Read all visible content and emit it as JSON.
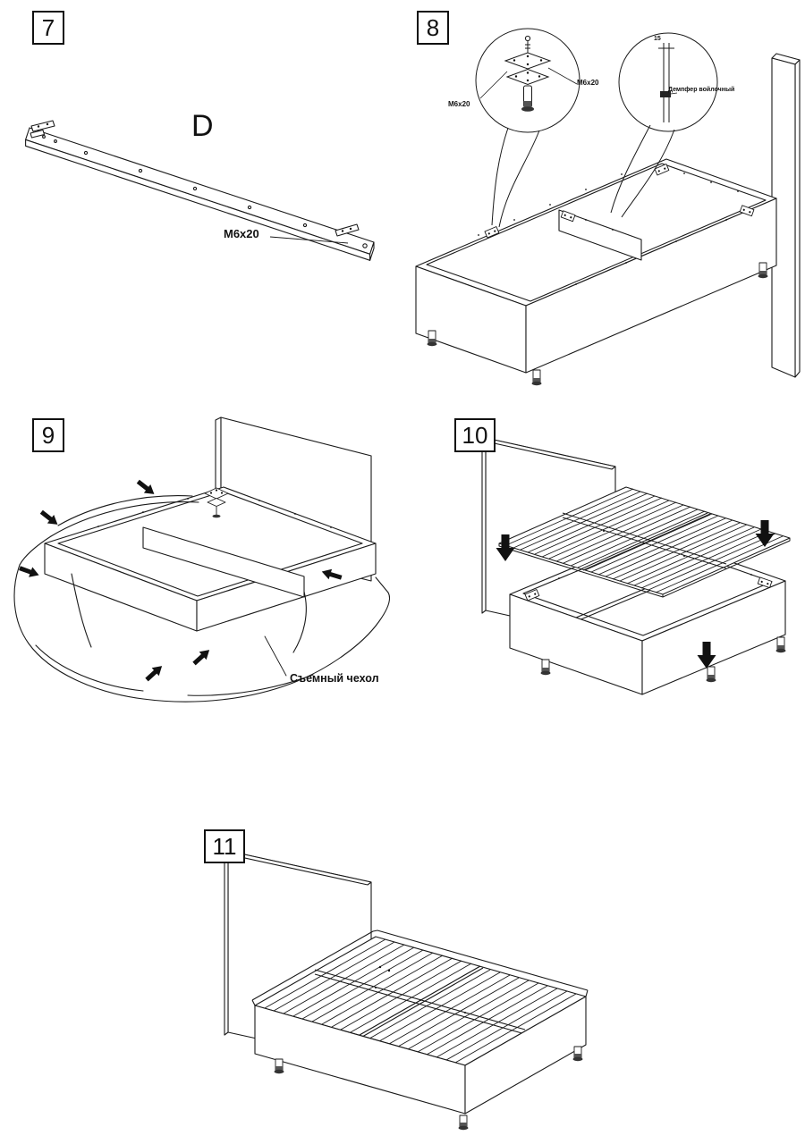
{
  "steps": {
    "s7": {
      "number": "7",
      "part_label": "D",
      "screw_label": "M6x20"
    },
    "s8": {
      "number": "8",
      "screw_label_left": "M6x20",
      "screw_label_right": "M6x20",
      "dim_label": "15",
      "damper_label": "Демпфер войлочный"
    },
    "s9": {
      "number": "9",
      "cover_label": "Съемный чехол"
    },
    "s10": {
      "number": "10"
    },
    "s11": {
      "number": "11"
    }
  }
}
